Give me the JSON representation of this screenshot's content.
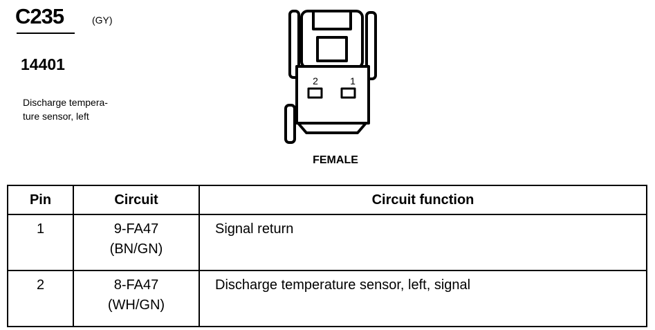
{
  "header": {
    "connector_id": "C235",
    "connector_color": "(GY)",
    "part_number": "14401",
    "description_line1": "Discharge tempera-",
    "description_line2": "ture sensor, left"
  },
  "diagram": {
    "gender_label": "FEMALE",
    "pin_labels": [
      "2",
      "1"
    ]
  },
  "table": {
    "headers": {
      "pin": "Pin",
      "circuit": "Circuit",
      "function": "Circuit function"
    },
    "rows": [
      {
        "pin": "1",
        "circuit": "9-FA47",
        "color": "(BN/GN)",
        "function": "Signal return"
      },
      {
        "pin": "2",
        "circuit": "8-FA47",
        "color": "(WH/GN)",
        "function": "Discharge temperature sensor, left, signal"
      }
    ]
  }
}
